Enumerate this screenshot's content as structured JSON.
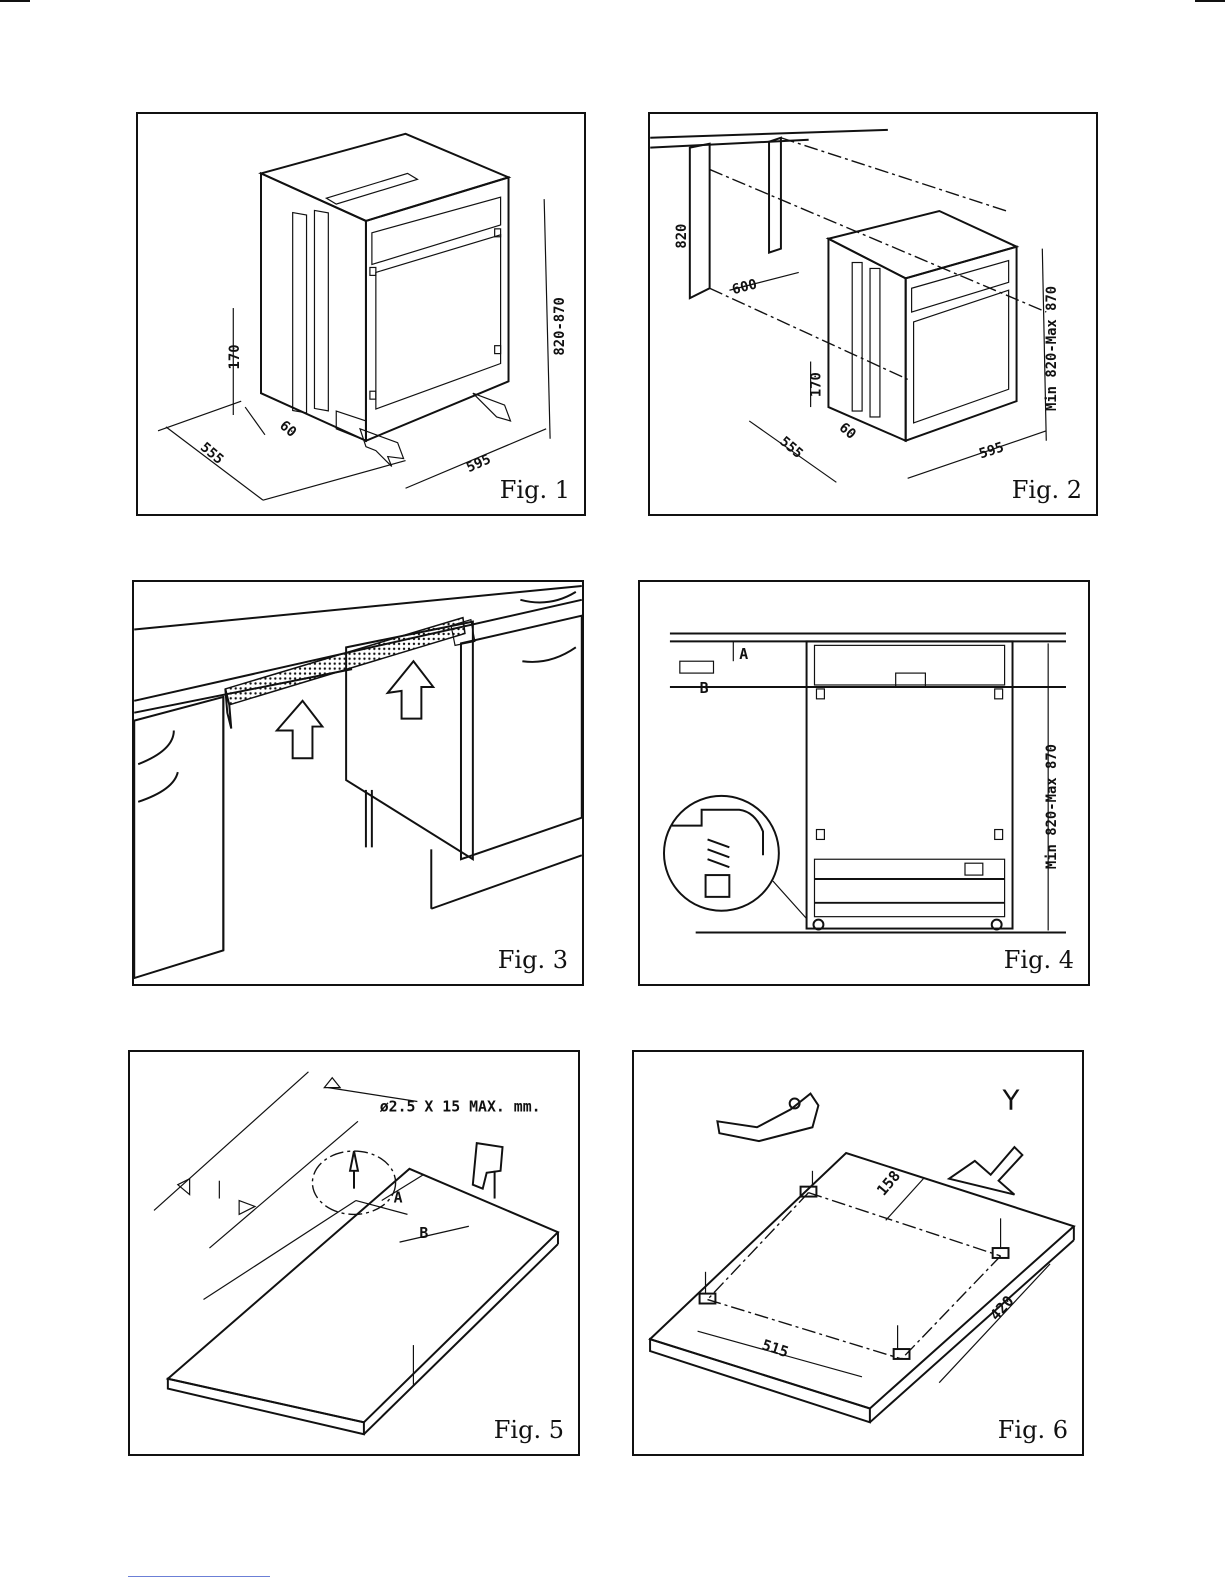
{
  "figures": [
    {
      "caption": "Fig. 1",
      "dims": {
        "depth": "555",
        "width": "595",
        "height": "820-870",
        "plinth_height": "170",
        "plinth_depth": "60"
      }
    },
    {
      "caption": "Fig. 2",
      "dims": {
        "niche_height": "820",
        "niche_depth": "600",
        "depth": "555",
        "width": "595",
        "height": "Min 820-Max 870",
        "plinth_height": "170",
        "plinth_depth": "60"
      }
    },
    {
      "caption": "Fig. 3"
    },
    {
      "caption": "Fig. 4",
      "labels": {
        "a": "A",
        "b": "B",
        "height": "Min 820-Max 870"
      }
    },
    {
      "caption": "Fig. 5",
      "labels": {
        "screw_spec": "ø2.5 X 15 MAX. mm.",
        "a": "A",
        "b": "B"
      }
    },
    {
      "caption": "Fig. 6",
      "labels": {
        "y": "Y",
        "d158": "158",
        "d515": "515",
        "d420": "420"
      }
    }
  ]
}
